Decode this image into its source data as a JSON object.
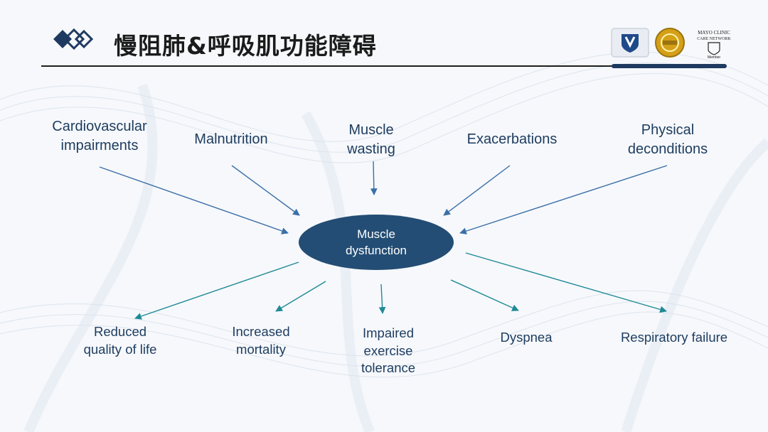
{
  "slide": {
    "title": "慢阻肺&呼吸肌功能障碍"
  },
  "diagram": {
    "center": "Muscle\ndysfunction",
    "causes": [
      "Cardiovascular\nimpairments",
      "Malnutrition",
      "Muscle\nwasting",
      "Exacerbations",
      "Physical\ndeconditions"
    ],
    "effects": [
      "Reduced\nquality of life",
      "Increased\nmortality",
      "Impaired\nexercise\ntolerance",
      "Dyspnea",
      "Respiratory failure"
    ]
  },
  "colors": {
    "node_fill": "#234d74",
    "cause_arrow": "#3a6fa8",
    "effect_arrow": "#1f8a96",
    "label_text": "#1d3c5f",
    "header_accent": "#1f3a60"
  },
  "logos": [
    "university-logo",
    "gold-seal-logo",
    "mayo-clinic-care-network-logo"
  ],
  "logo_text": "MAYO CLINIC CARE NETWORK Member"
}
